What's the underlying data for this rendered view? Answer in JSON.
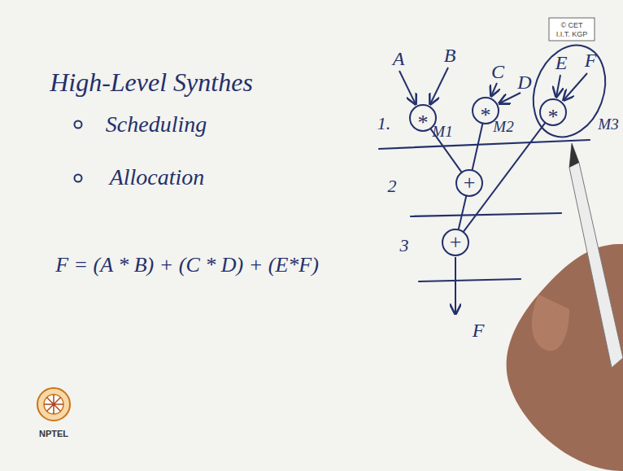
{
  "diagram": {
    "title": "High-Level Synthes",
    "nodes": [
      {
        "text": [
          "*",
          "M1"
        ]
      },
      {
        "text": [
          "*",
          "M2"
        ]
      },
      {
        "text": [
          "*",
          "M3"
        ]
      },
      {
        "text": [
          "+"
        ]
      },
      {
        "text": [
          "+"
        ]
      }
    ],
    "edges": [
      {
        "from": 0,
        "to": 3,
        "arrow": "none"
      },
      {
        "from": 1,
        "to": 3,
        "arrow": "none"
      },
      {
        "from": 3,
        "to": 4,
        "arrow": "none"
      },
      {
        "from": 2,
        "to": 4,
        "arrow": "none"
      }
    ],
    "labels": [
      "Scheduling",
      "Allocation",
      "F = (A * B) + (C * D) + (E*F)",
      "A",
      "B",
      "C",
      "D",
      "E",
      "F",
      "1.",
      "2",
      "3",
      "F",
      "© CET",
      "I.I.T. KGP",
      "NPTEL"
    ]
  }
}
